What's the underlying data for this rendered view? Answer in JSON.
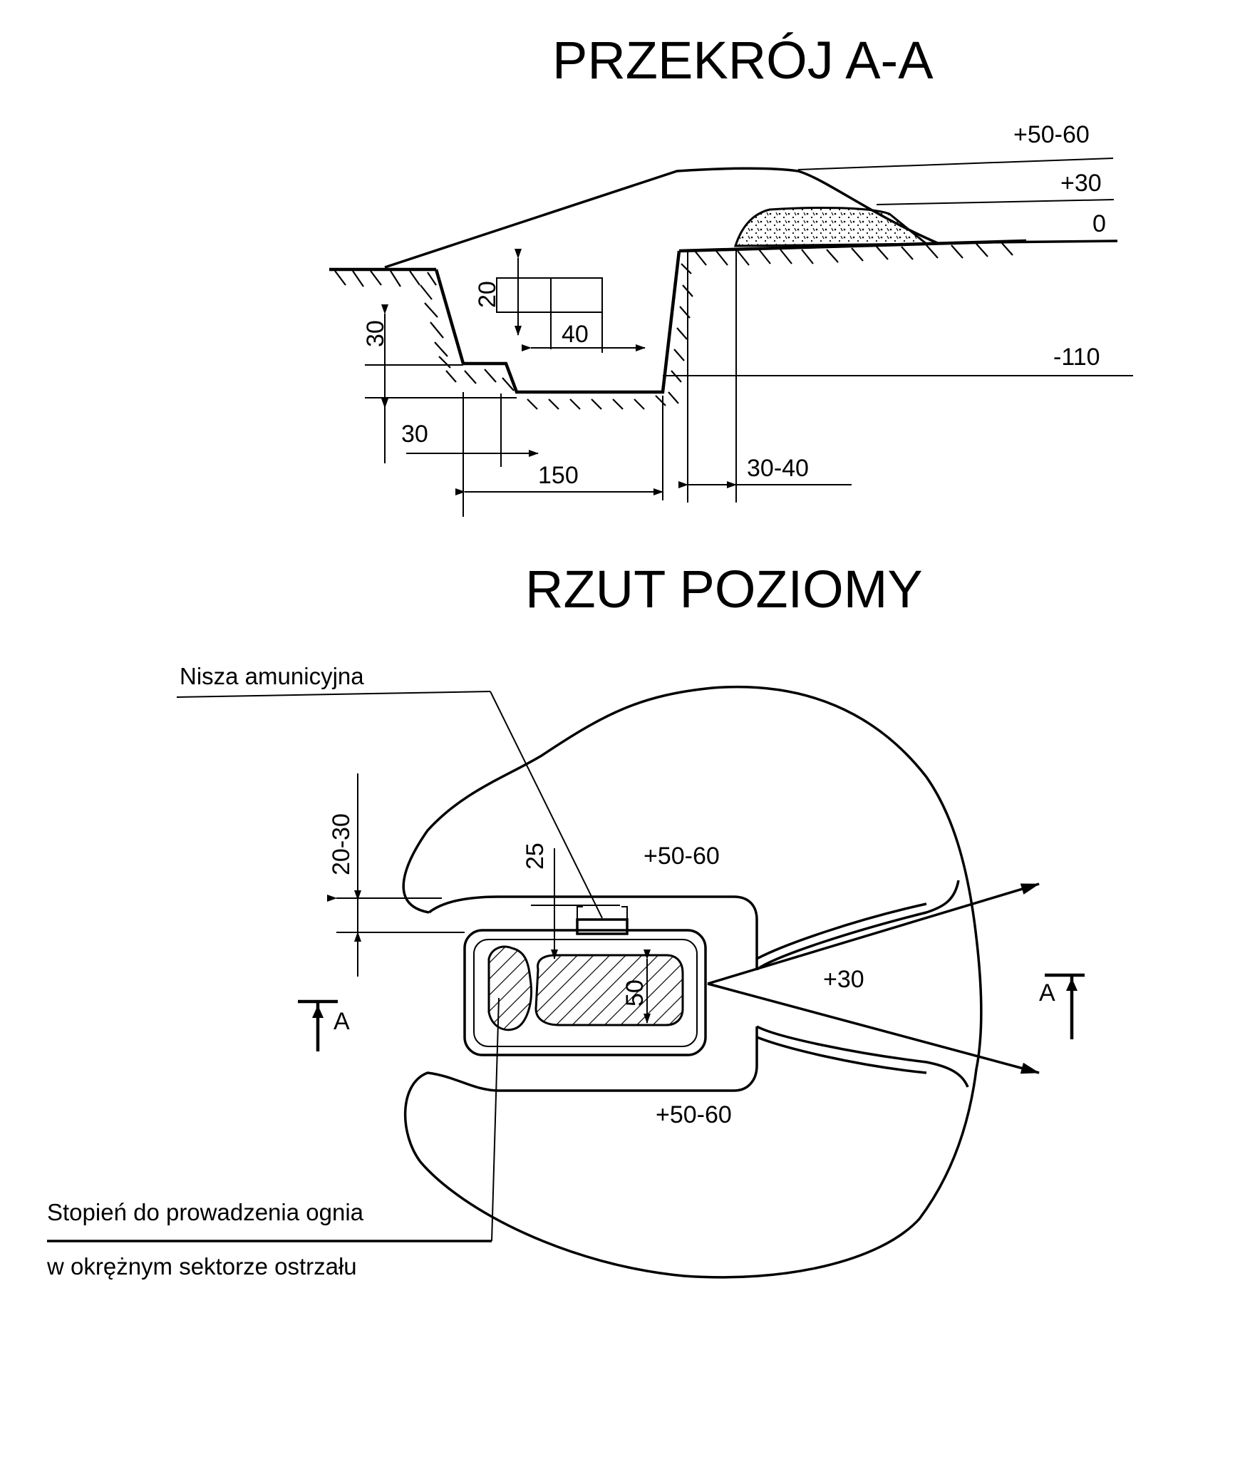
{
  "titles": {
    "section": "PRZEKRÓJ  A-A",
    "plan": "RZUT POZIOMY"
  },
  "section": {
    "levels": {
      "top": "+50-60",
      "parapet": "+30",
      "ground": "0",
      "bottom": "-110"
    },
    "dimensions": {
      "niche_height": "20",
      "niche_width": "40",
      "step_height": "30",
      "step_width": "30",
      "bottom_width": "150",
      "berm_width": "30-40"
    }
  },
  "plan": {
    "levels": {
      "top_rampart": "+50-60",
      "front_rampart": "+30",
      "bottom_rampart": "+50-60"
    },
    "dimensions": {
      "wall_offset": "20-30",
      "niche_offset": "25",
      "pit_width": "50"
    },
    "section_markers": {
      "left": "A",
      "right": "A"
    },
    "labels": {
      "ammo_niche": "Nisza amunicyjna",
      "firing_step_line1": "Stopień do prowadzenia ognia",
      "firing_step_line2": "w okrężnym sektorze ostrzału"
    }
  }
}
